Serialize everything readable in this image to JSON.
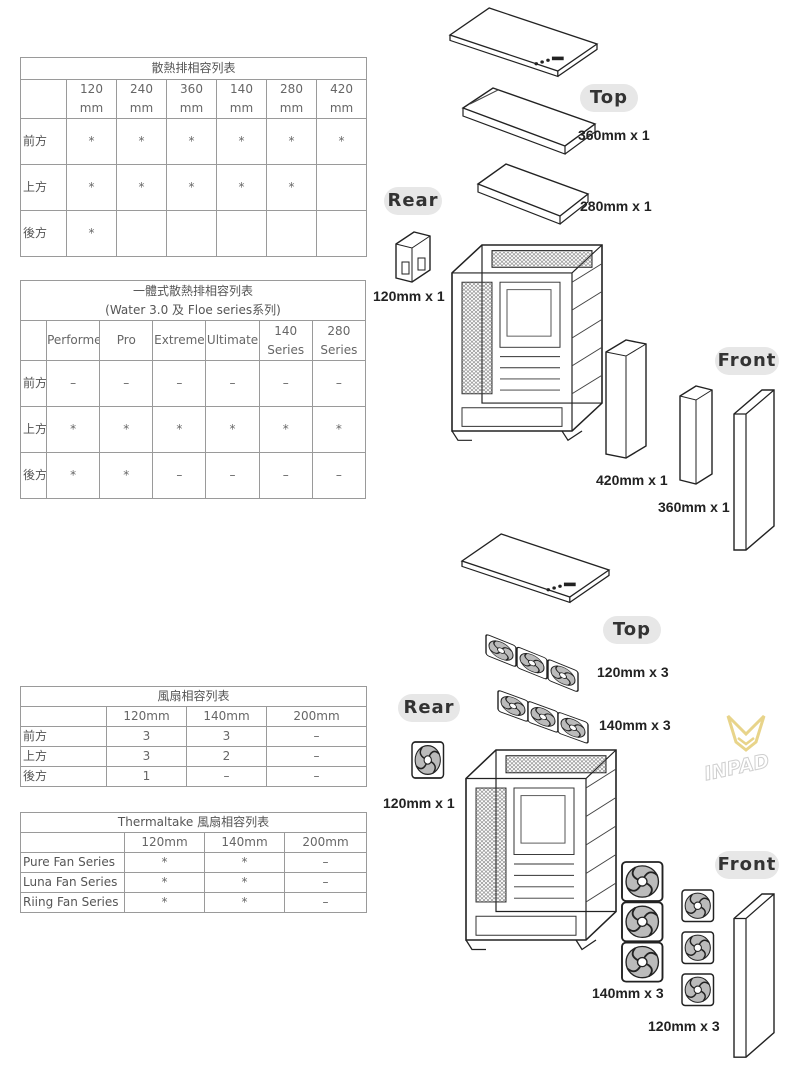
{
  "radiator_table": {
    "title": "散熱排相容列表",
    "columns": [
      [
        "120",
        "mm"
      ],
      [
        "240",
        "mm"
      ],
      [
        "360",
        "mm"
      ],
      [
        "140",
        "mm"
      ],
      [
        "280",
        "mm"
      ],
      [
        "420",
        "mm"
      ]
    ],
    "rows": [
      {
        "label": "前方",
        "cells": [
          "*",
          "*",
          "*",
          "*",
          "*",
          "*"
        ]
      },
      {
        "label": "上方",
        "cells": [
          "*",
          "*",
          "*",
          "*",
          "*",
          ""
        ]
      },
      {
        "label": "後方",
        "cells": [
          "*",
          "",
          "",
          "",
          "",
          ""
        ]
      }
    ]
  },
  "aio_table": {
    "title": "一體式散熱排相容列表",
    "subtitle": "(Water 3.0 及 Floe series系列)",
    "columns": [
      [
        "Performer"
      ],
      [
        "Pro"
      ],
      [
        "Extreme"
      ],
      [
        "Ultimate"
      ],
      [
        "140",
        "Series"
      ],
      [
        "280",
        "Series"
      ]
    ],
    "rows": [
      {
        "label": "前方",
        "cells": [
          "–",
          "–",
          "–",
          "–",
          "–",
          "–"
        ]
      },
      {
        "label": "上方",
        "cells": [
          "*",
          "*",
          "*",
          "*",
          "*",
          "*"
        ]
      },
      {
        "label": "後方",
        "cells": [
          "*",
          "*",
          "–",
          "–",
          "–",
          "–"
        ]
      }
    ]
  },
  "fan_table": {
    "title": "風扇相容列表",
    "columns": [
      "120mm",
      "140mm",
      "200mm"
    ],
    "rows": [
      {
        "label": "前方",
        "cells": [
          "3",
          "3",
          "–"
        ]
      },
      {
        "label": "上方",
        "cells": [
          "3",
          "2",
          "–"
        ]
      },
      {
        "label": "後方",
        "cells": [
          "1",
          "–",
          "–"
        ]
      }
    ]
  },
  "tt_fan_table": {
    "title": "Thermaltake 風扇相容列表",
    "columns": [
      "120mm",
      "140mm",
      "200mm"
    ],
    "rows": [
      {
        "label": "Pure Fan Series",
        "cells": [
          "*",
          "*",
          "–"
        ]
      },
      {
        "label": "Luna Fan Series",
        "cells": [
          "*",
          "*",
          "–"
        ]
      },
      {
        "label": "Riing Fan Series",
        "cells": [
          "*",
          "*",
          "–"
        ]
      }
    ]
  },
  "diagram_radiator": {
    "top_label": "Top",
    "rear_label": "Rear",
    "front_label": "Front",
    "top_item_1": "360mm x 1",
    "top_item_2": "280mm x 1",
    "rear_item": "120mm x 1",
    "front_item_1": "420mm x 1",
    "front_item_2": "360mm x 1"
  },
  "diagram_fan": {
    "top_label": "Top",
    "rear_label": "Rear",
    "front_label": "Front",
    "top_item_1": "120mm x 3",
    "top_item_2": "140mm x 3",
    "rear_item": "120mm x 1",
    "front_item_1": "140mm x 3",
    "front_item_2": "120mm x 3"
  },
  "logo": {
    "text": "INPAD",
    "color": "#e8d48a"
  }
}
